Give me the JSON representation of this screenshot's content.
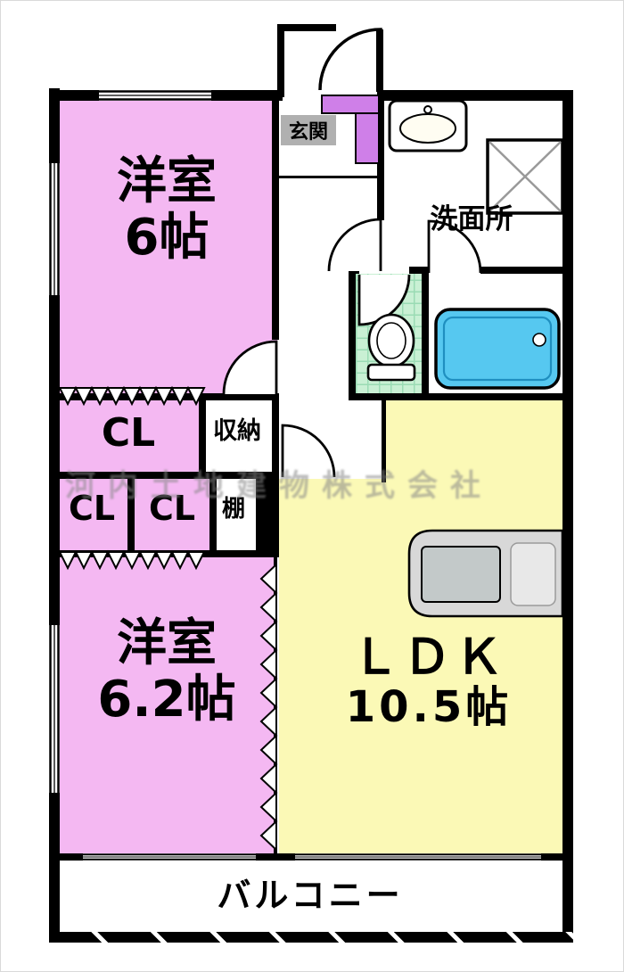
{
  "floorplan": {
    "bedroom1": {
      "name": "洋室",
      "size": "6帖"
    },
    "bedroom2": {
      "name": "洋室",
      "size": "6.2帖"
    },
    "ldk": {
      "name": "ＬＤＫ",
      "size": "10.5帖"
    },
    "entrance_label": "玄関",
    "washroom_label": "洗面所",
    "balcony_label": "バルコニー",
    "closet1_label": "CL",
    "closet2_label": "CL",
    "closet3_label": "CL",
    "storage_label": "収納",
    "shelf_label": "棚",
    "watermark": "河内土地建物株式会社"
  },
  "colors": {
    "bedroom_fill": "#f4b8f2",
    "ldk_fill": "#fbf9b6",
    "bathtub": "#56c8f0",
    "toilet_tile": "#c9f0d4",
    "wall": "#000000",
    "kitchen_counter": "#d8d8d8",
    "entrance_sign_bg": "#b0b0b0",
    "shoe_cabinet": "#cf7fe8",
    "watermark_gray": "#878787"
  }
}
